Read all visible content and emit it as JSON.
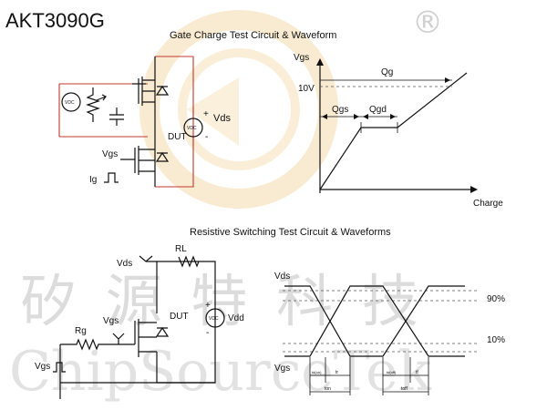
{
  "part_number": "AKT3090G",
  "registered_mark": "®",
  "colors": {
    "text": "#111111",
    "wire": "#c0392b",
    "watermark": "#d9d9d9",
    "logo": "#f5d9a8"
  },
  "gate_charge": {
    "title": "Gate Charge Test Circuit & Waveform",
    "circuit": {
      "dut": "DUT",
      "vds": "Vds",
      "vgs": "Vgs",
      "ig": "Ig",
      "source_symbol": "VDC",
      "plus": "+",
      "minus": "-"
    },
    "waveform": {
      "y_label": "Vgs",
      "level": "10V",
      "qg": "Qg",
      "qgs": "Qgs",
      "qgd": "Qgd",
      "x_label": "Charge"
    }
  },
  "switching": {
    "title": "Resistive Switching Test Circuit & Waveforms",
    "circuit": {
      "vds": "Vds",
      "rl": "RL",
      "vgs": "Vgs",
      "dut": "DUT",
      "vdd": "Vdd",
      "rg": "Rg",
      "vgs_in": "Vgs",
      "source_symbol": "VDC",
      "plus": "+",
      "minus": "-"
    },
    "waveform": {
      "vds": "Vds",
      "vgs": "Vgs",
      "pct_high": "90%",
      "pct_low": "10%",
      "td_on": "td(on)",
      "tr": "tr",
      "t_on": "ton",
      "td_off": "td(off)",
      "tf": "tf",
      "t_off": "toff"
    }
  },
  "watermark": {
    "cn": "矽 源 特 科 技",
    "en": "ChipSourceTek"
  }
}
